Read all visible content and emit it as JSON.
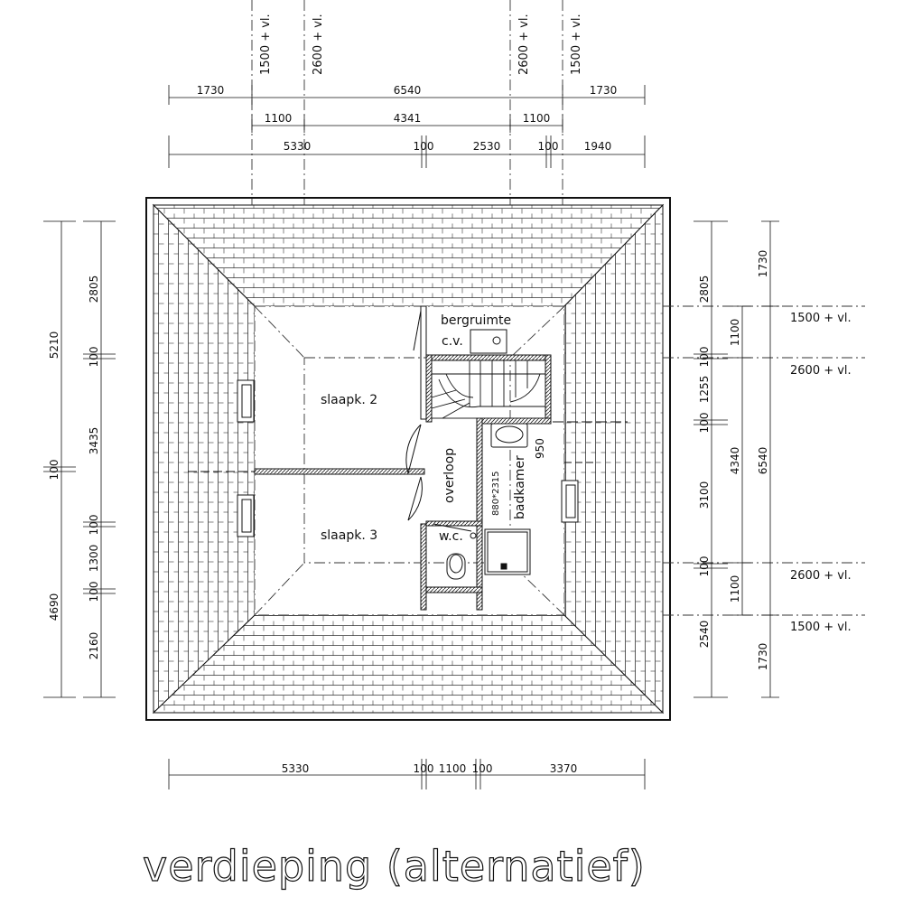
{
  "title": "verdieping (alternatief)",
  "levels": {
    "l1500": "1500 + vl.",
    "l2600": "2600 + vl."
  },
  "rooms": {
    "slaapk2": "slaapk. 2",
    "slaapk3": "slaapk. 3",
    "bergruimte": "bergruimte",
    "cv": "c.v.",
    "overloop": "overloop",
    "badkamer": "badkamer",
    "wc": "w.c.",
    "window_size": "880*2315",
    "bath_dim": "950"
  },
  "dims_top": {
    "row1": [
      "1730",
      "6540",
      "1730"
    ],
    "row2": [
      "1100",
      "4341",
      "1100"
    ],
    "row3": [
      "5330",
      "100",
      "2530",
      "100",
      "1940"
    ]
  },
  "dims_bottom": [
    "5330",
    "100",
    "1100",
    "100",
    "3370"
  ],
  "dims_left": {
    "outer": [
      "5210",
      "100",
      "4690"
    ],
    "inner": [
      "2805",
      "100",
      "3435",
      "100",
      "1300",
      "100",
      "2160"
    ]
  },
  "dims_right": {
    "col1": [
      "2805",
      "100",
      "1255",
      "100",
      "3100",
      "100",
      "2540"
    ],
    "col2": [
      "1100",
      "4340",
      "1100"
    ],
    "col3": [
      "1730",
      "6540",
      "1730"
    ]
  }
}
